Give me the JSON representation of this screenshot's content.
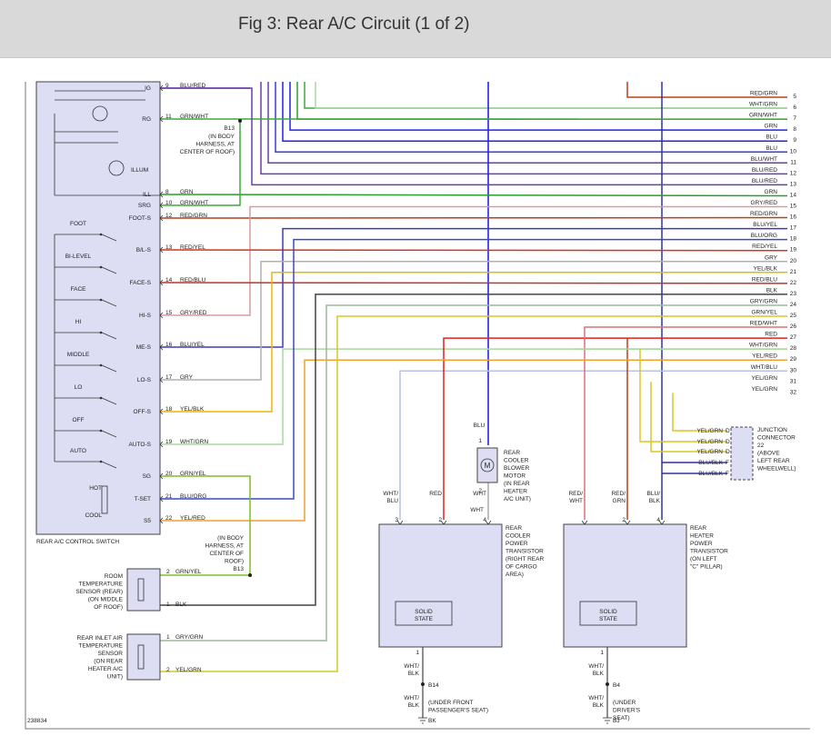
{
  "title": "Fig 3: Rear A/C Circuit (1 of 2)",
  "figure_id": "238834",
  "colors": {
    "box_fill": "#ddddf4",
    "BLU/RED": "#6a3fa8",
    "GRN/WHT": "#3fa83f",
    "GRN": "#28a028",
    "BLU": "#2222ee",
    "BLU/WHT": "#3b3bd6",
    "GRY/RED": "#d99aa3",
    "RED/GRN": "#b8401a",
    "RED/YEL": "#d6341c",
    "RED/BLU": "#c0342a",
    "BLU/YEL": "#3a3ac0",
    "GRY": "#b0b0b0",
    "BLU/ORG": "#3a4ac0",
    "YEL/BLK": "#e8b800",
    "WHT/GRN": "#a8d8a0",
    "GRN/YEL": "#7ac02a",
    "YEL/RED": "#f0a030",
    "BLK": "#444444",
    "GRY/GRN": "#9cb89c",
    "YEL/GRN": "#d8c820",
    "RED/WHT": "#e07070",
    "WHT/BLU": "#b8c0ec",
    "RED": "#e02020",
    "BLU/BLK": "#3030a0",
    "WHT": "#aaaaaa"
  },
  "switch": {
    "label": "REAR A/C CONTROL SWITCH",
    "illum": "ILLUM",
    "modes": [
      "FOOT",
      "BI-LEVEL",
      "FACE",
      "HI",
      "MIDDLE",
      "LO",
      "OFF",
      "AUTO"
    ],
    "hot": "HOT",
    "cool": "COOL",
    "pins": [
      {
        "name": "IG",
        "pin": "9",
        "color": "BLU/RED"
      },
      {
        "name": "RG",
        "pin": "11",
        "color": "GRN/WHT"
      },
      {
        "name": "ILL",
        "pin": "8",
        "color": "GRN"
      },
      {
        "name": "SRG",
        "pin": "10",
        "color": "GRN/WHT"
      },
      {
        "name": "FOOT-S",
        "pin": "12",
        "color": "RED/GRN"
      },
      {
        "name": "B/L-S",
        "pin": "13",
        "color": "RED/YEL"
      },
      {
        "name": "FACE-S",
        "pin": "14",
        "color": "RED/BLU"
      },
      {
        "name": "HI-S",
        "pin": "15",
        "color": "GRY/RED"
      },
      {
        "name": "ME-S",
        "pin": "16",
        "color": "BLU/YEL"
      },
      {
        "name": "LO-S",
        "pin": "17",
        "color": "GRY"
      },
      {
        "name": "OFF-S",
        "pin": "18",
        "color": "YEL/BLK"
      },
      {
        "name": "AUTO-S",
        "pin": "19",
        "color": "WHT/GRN"
      },
      {
        "name": "SG",
        "pin": "20",
        "color": "GRN/YEL"
      },
      {
        "name": "T-SET",
        "pin": "21",
        "color": "BLU/ORG"
      },
      {
        "name": "S5",
        "pin": "22",
        "color": "YEL/RED"
      }
    ]
  },
  "right_wires": [
    {
      "n": "5",
      "color": "RED/GRN"
    },
    {
      "n": "6",
      "color": "WHT/GRN"
    },
    {
      "n": "7",
      "color": "GRN/WHT"
    },
    {
      "n": "8",
      "color": "GRN"
    },
    {
      "n": "9",
      "color": "BLU"
    },
    {
      "n": "10",
      "color": "BLU"
    },
    {
      "n": "11",
      "color": "BLU/WHT"
    },
    {
      "n": "12",
      "color": "BLU/RED"
    },
    {
      "n": "13",
      "color": "BLU/RED"
    },
    {
      "n": "14",
      "color": "GRN"
    },
    {
      "n": "15",
      "color": "GRY/RED"
    },
    {
      "n": "16",
      "color": "RED/GRN"
    },
    {
      "n": "17",
      "color": "BLU/YEL"
    },
    {
      "n": "18",
      "color": "BLU/ORG"
    },
    {
      "n": "19",
      "color": "RED/YEL"
    },
    {
      "n": "20",
      "color": "GRY"
    },
    {
      "n": "21",
      "color": "YEL/BLK"
    },
    {
      "n": "22",
      "color": "RED/BLU"
    },
    {
      "n": "23",
      "color": "BLK"
    },
    {
      "n": "24",
      "color": "GRY/GRN"
    },
    {
      "n": "25",
      "color": "GRN/YEL"
    },
    {
      "n": "26",
      "color": "RED/WHT"
    },
    {
      "n": "27",
      "color": "RED"
    },
    {
      "n": "28",
      "color": "WHT/GRN"
    },
    {
      "n": "29",
      "color": "YEL/RED"
    },
    {
      "n": "30",
      "color": "WHT/BLU"
    },
    {
      "n": "31",
      "color": "YEL/GRN"
    },
    {
      "n": "32",
      "color": "YEL/GRN"
    }
  ],
  "b13_top": {
    "id": "B13",
    "note": [
      "(IN BODY",
      "HARNESS, AT",
      "CENTER OF ROOF)"
    ]
  },
  "b13_bottom": {
    "id": "B13",
    "note": [
      "(IN BODY",
      "HARNESS, AT",
      "CENTER OF",
      "ROOF)"
    ]
  },
  "room_sensor": {
    "label": [
      "ROOM",
      "TEMPERATURE",
      "SENSOR (REAR)",
      "(ON MIDDLE",
      "OF ROOF)"
    ],
    "pins": [
      {
        "pin": "2",
        "color": "GRN/YEL"
      },
      {
        "pin": "1",
        "color": "BLK"
      }
    ]
  },
  "inlet_sensor": {
    "label": [
      "REAR INLET AIR",
      "TEMPERATURE",
      "SENSOR",
      "(ON REAR",
      "HEATER A/C",
      "UNIT)"
    ],
    "pins": [
      {
        "pin": "1",
        "color": "GRY/GRN"
      },
      {
        "pin": "2",
        "color": "YEL/GRN"
      }
    ]
  },
  "blower": {
    "label": [
      "REAR",
      "COOLER",
      "BLOWER",
      "MOTOR",
      "(IN REAR",
      "HEATER",
      "A/C UNIT)"
    ],
    "wire_top": "BLU",
    "pin_top": "1",
    "pin_bottom": "2",
    "wire_bottom": "WHT",
    "motor_symbol": "M"
  },
  "cooler_transistor": {
    "label": [
      "REAR",
      "COOLER",
      "POWER",
      "TRANSISTOR",
      "(RIGHT REAR",
      "OF CARGO",
      "AREA)"
    ],
    "solid_state": [
      "SOLID",
      "STATE"
    ],
    "pins": [
      {
        "pin": "3",
        "color": "WHT/",
        "color2": "BLU"
      },
      {
        "pin": "2",
        "color": "RED"
      },
      {
        "pin": "4",
        "color": "WHT"
      }
    ],
    "ground_pin": "1",
    "ground_wire": [
      "WHT/",
      "BLK"
    ],
    "splice": "B14",
    "ground_wire2": [
      "WHT/",
      "BLK"
    ],
    "ground_note": [
      "(UNDER FRONT",
      "PASSENGER'S SEAT)"
    ],
    "ground_id": "BK"
  },
  "heater_transistor": {
    "label": [
      "REAR",
      "HEATER",
      "POWER",
      "TRANSISTOR",
      "(ON LEFT",
      "\"C\" PILLAR)"
    ],
    "solid_state": [
      "SOLID",
      "STATE"
    ],
    "pins": [
      {
        "pin": "",
        "color": "RED/",
        "color2": "WHT"
      },
      {
        "pin": "2",
        "color": "RED/",
        "color2": "GRN"
      },
      {
        "pin": "4",
        "color": "BLU/",
        "color2": "BLK"
      }
    ],
    "ground_pin": "1",
    "ground_wire": [
      "WHT/",
      "BLK"
    ],
    "splice": "B4",
    "ground_wire2": [
      "WHT/",
      "BLK"
    ],
    "ground_note": [
      "(UNDER",
      "DRIVER'S",
      "SEAT)"
    ],
    "ground_id": "BJ"
  },
  "junction": {
    "label": [
      "JUNCTION",
      "CONNECTOR",
      "22",
      "(ABOVE",
      "LEFT REAR",
      "WHEELWELL)"
    ],
    "rows": [
      {
        "color": "YEL/GRN",
        "pin": "D"
      },
      {
        "color": "YEL/GRN",
        "pin": "D"
      },
      {
        "color": "YEL/GRN",
        "pin": "D"
      },
      {
        "color": "BLU/BLK",
        "pin": "F"
      },
      {
        "color": "BLU/BLK",
        "pin": "F"
      }
    ]
  }
}
